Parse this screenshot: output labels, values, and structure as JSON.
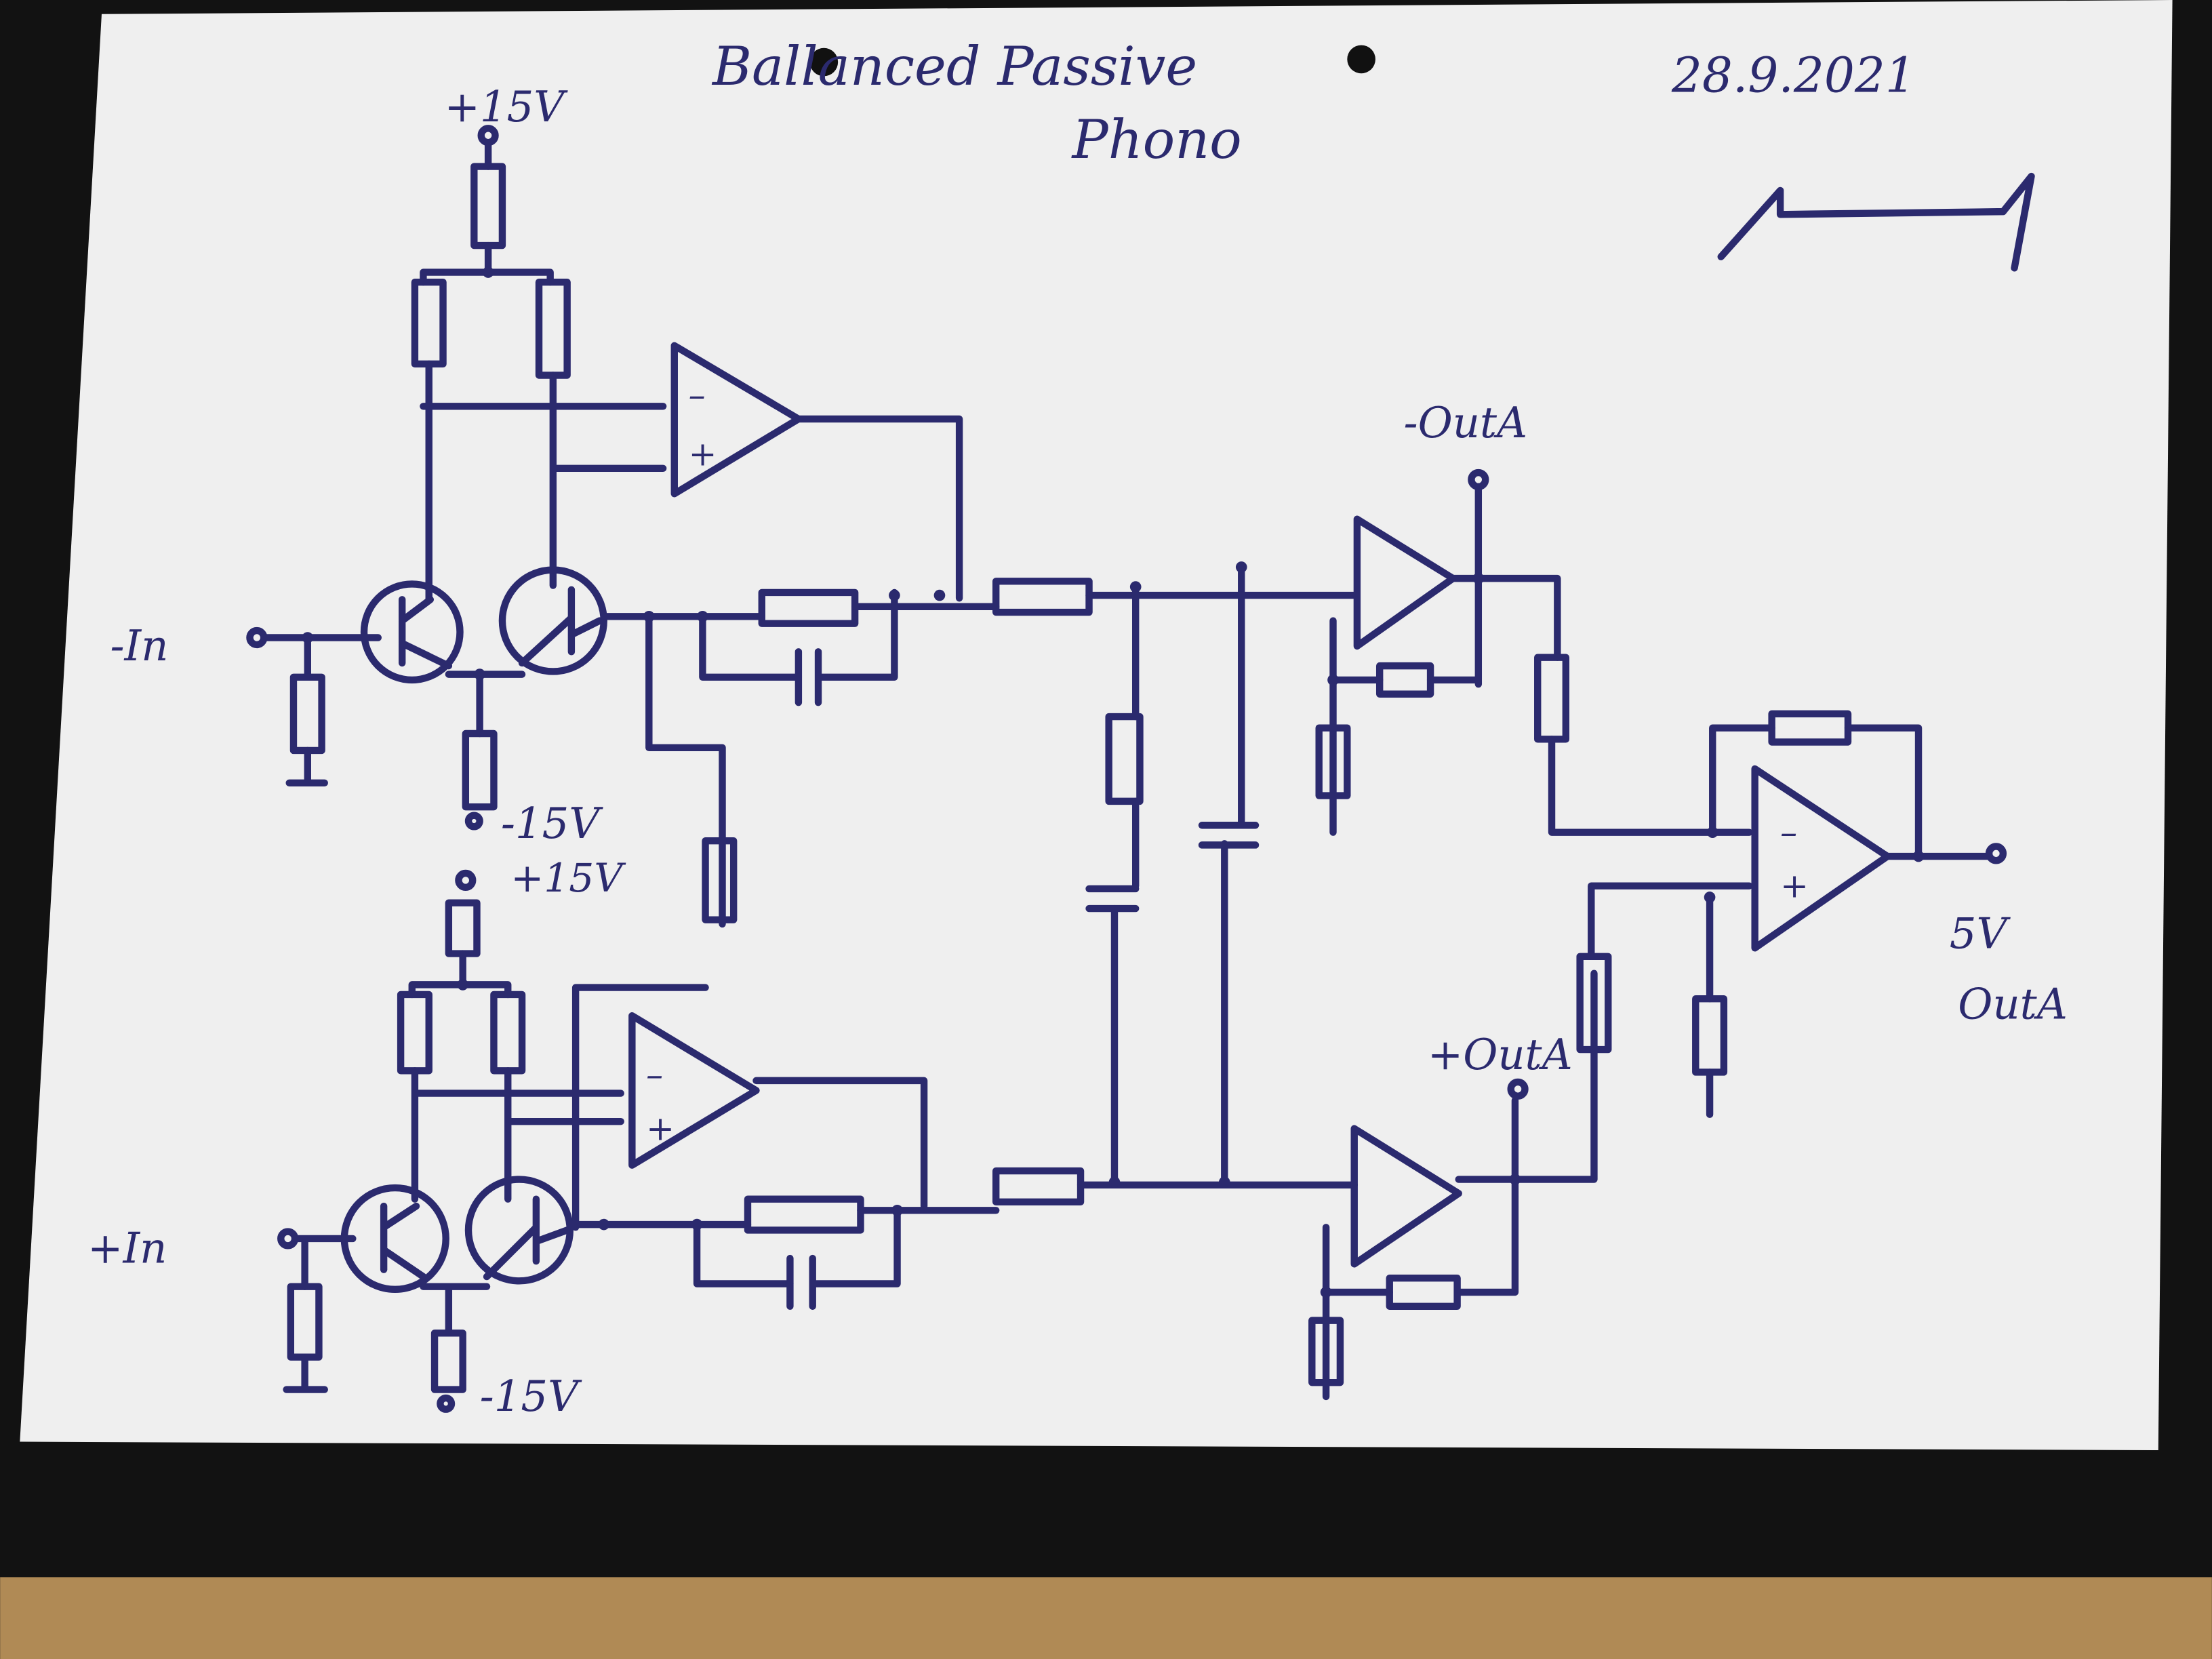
{
  "header": {
    "title_line1": "Ballanced Passive",
    "title_line2": "Phono",
    "date": "28.9.2021"
  },
  "labels": {
    "supply_pos_top": "+15V",
    "supply_neg_mid": "-15V",
    "supply_pos_mid": "+15V",
    "supply_neg_bottom": "-15V",
    "input_neg": "-In",
    "input_pos": "+In",
    "out_neg": "-OutA",
    "out_pos": "+OutA",
    "final_level": "5V",
    "final_out": "OutA"
  },
  "colors": {
    "ink": "#2b2a6e",
    "paper": "#f1f1f1",
    "desk": "#111111",
    "table_edge": "#b08a55"
  },
  "icons": {
    "signature": "signature-scribble",
    "punch_holes": "punch-hole"
  }
}
